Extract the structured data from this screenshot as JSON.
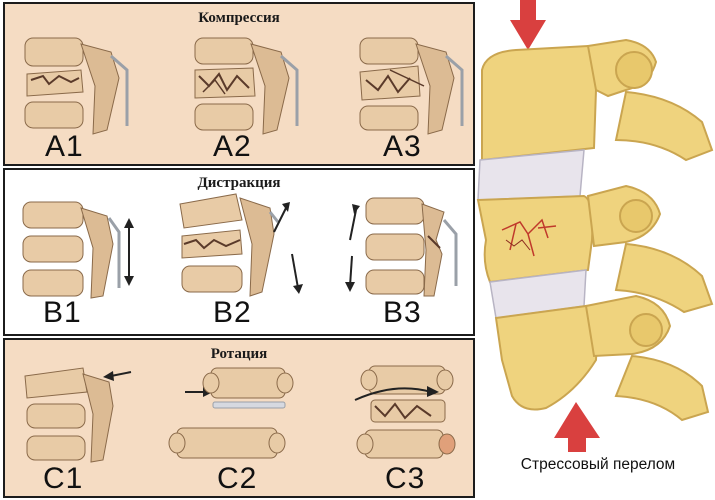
{
  "panels": [
    {
      "title": "Компрессия",
      "labels": [
        "A1",
        "A2",
        "A3"
      ]
    },
    {
      "title": "Дистракция",
      "labels": [
        "B1",
        "B2",
        "B3"
      ]
    },
    {
      "title": "Ротация",
      "labels": [
        "C1",
        "C2",
        "C3"
      ]
    }
  ],
  "caption": "Стрессовый перелом",
  "colors": {
    "panel_bg": "#f5dcc3",
    "bone": "#e8cba6",
    "bone_shadow": "#b99a78",
    "spine_bone": "#efd37e",
    "spine_bone_dark": "#caa550",
    "disc": "#e8e4ec",
    "arrow_red": "#d9403f",
    "fracture": "#c0392b"
  }
}
